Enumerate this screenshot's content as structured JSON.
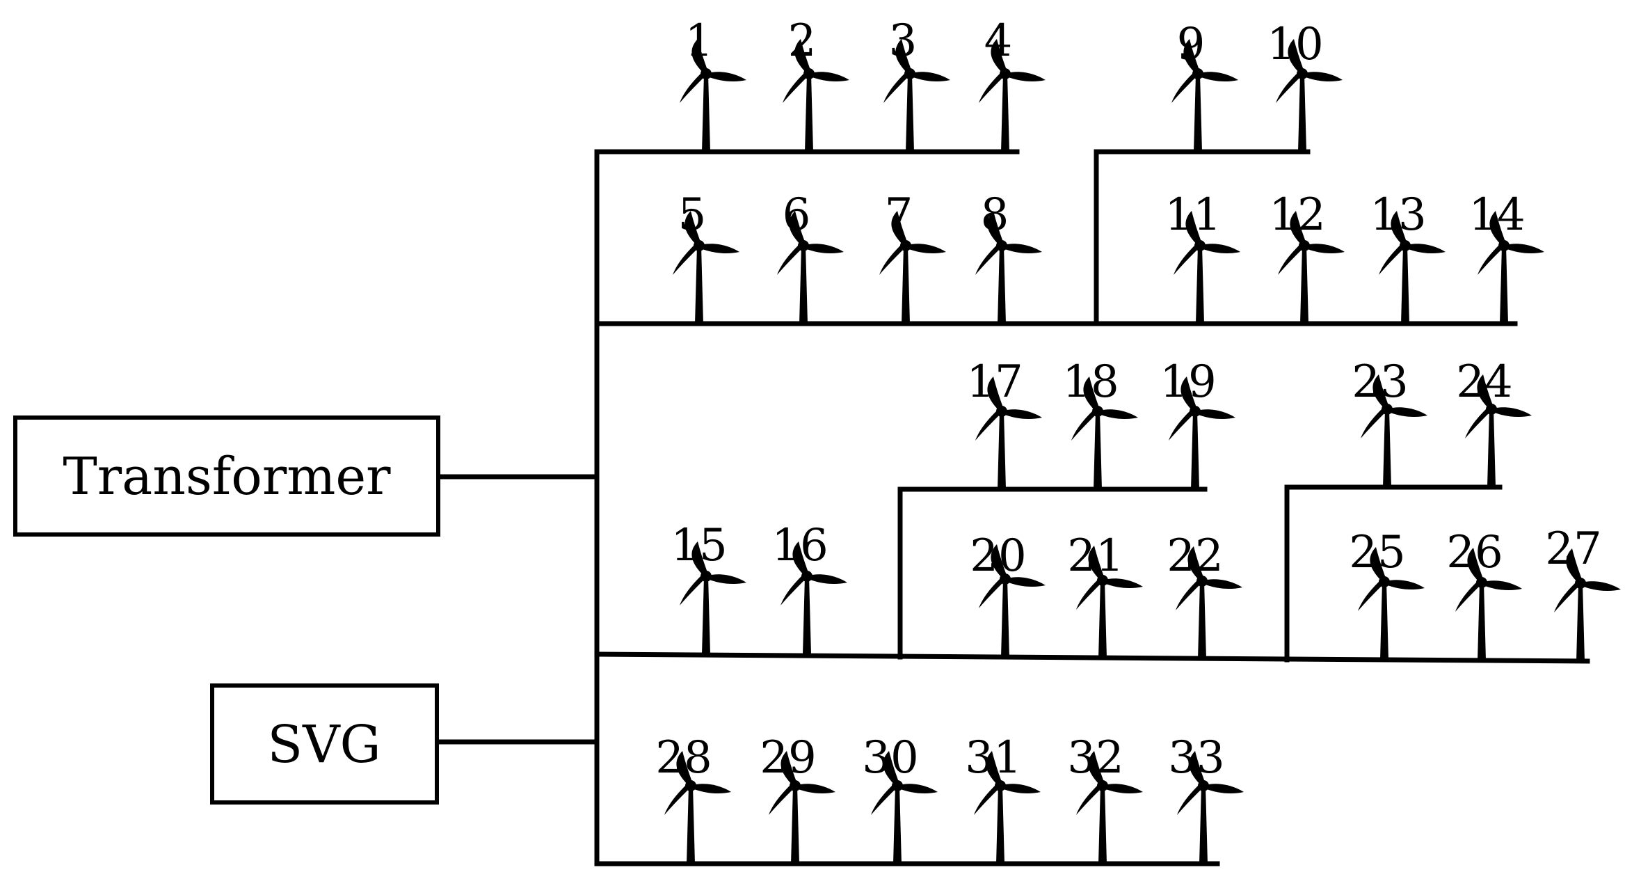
{
  "boxes": {
    "transformer": "Transformer",
    "svg": "SVG"
  },
  "line_color": "#000000",
  "turbines": [
    "1",
    "2",
    "3",
    "4",
    "5",
    "6",
    "7",
    "8",
    "9",
    "10",
    "11",
    "12",
    "13",
    "14",
    "15",
    "16",
    "17",
    "18",
    "19",
    "20",
    "21",
    "22",
    "23",
    "24",
    "25",
    "26",
    "27",
    "28",
    "29",
    "30",
    "31",
    "32",
    "33"
  ]
}
